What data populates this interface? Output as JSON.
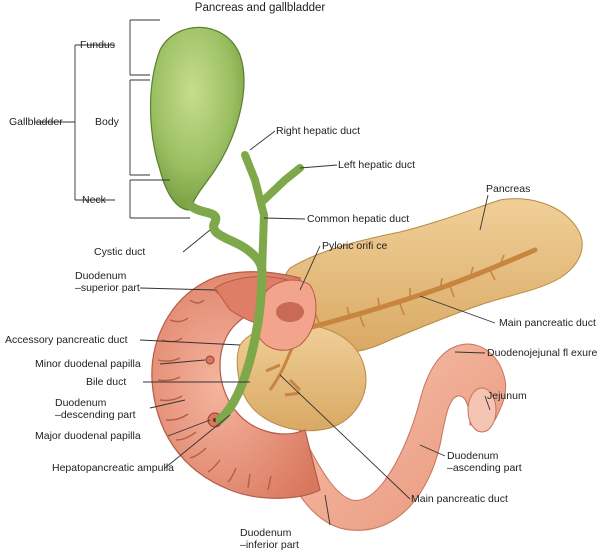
{
  "title": "Pancreas and gallbladder",
  "labels": {
    "gallbladder": "Gallbladder",
    "fundus": "Fundus",
    "body": "Body",
    "neck": "Neck",
    "cystic_duct": "Cystic duct",
    "right_hepatic_duct": "Right hepatic duct",
    "left_hepatic_duct": "Left hepatic duct",
    "common_hepatic_duct": "Common hepatic duct",
    "pancreas": "Pancreas",
    "pyloric_orifice": "Pyloric orifi ce",
    "duodenum_superior": "Duodenum\n–superior part",
    "main_pancreatic_duct_upper": "Main pancreatic duct",
    "accessory_pancreatic_duct": "Accessory pancreatic duct",
    "duodenojejunal_flexure": "Duodenojejunal fl exure",
    "minor_duodenal_papilla": "Minor duodenal papilla",
    "bile_duct": "Bile duct",
    "jejunum": "Jejunum",
    "duodenum_descending": "Duodenum\n–descending part",
    "major_duodenal_papilla": "Major duodenal papilla",
    "hepatopancreatic_ampulla": "Hepatopancreatic ampulla",
    "duodenum_ascending": "Duodenum\n–ascending part",
    "main_pancreatic_duct_lower": "Main pancreatic duct",
    "duodenum_inferior": "Duodenum\n–inferior part"
  },
  "colors": {
    "gallbladder": "#9cbf63",
    "pancreas": "#e7be82",
    "duodenum": "#ec9a82",
    "intestine": "#f2ad93",
    "duct": "#7fa84a",
    "line": "#333333"
  }
}
